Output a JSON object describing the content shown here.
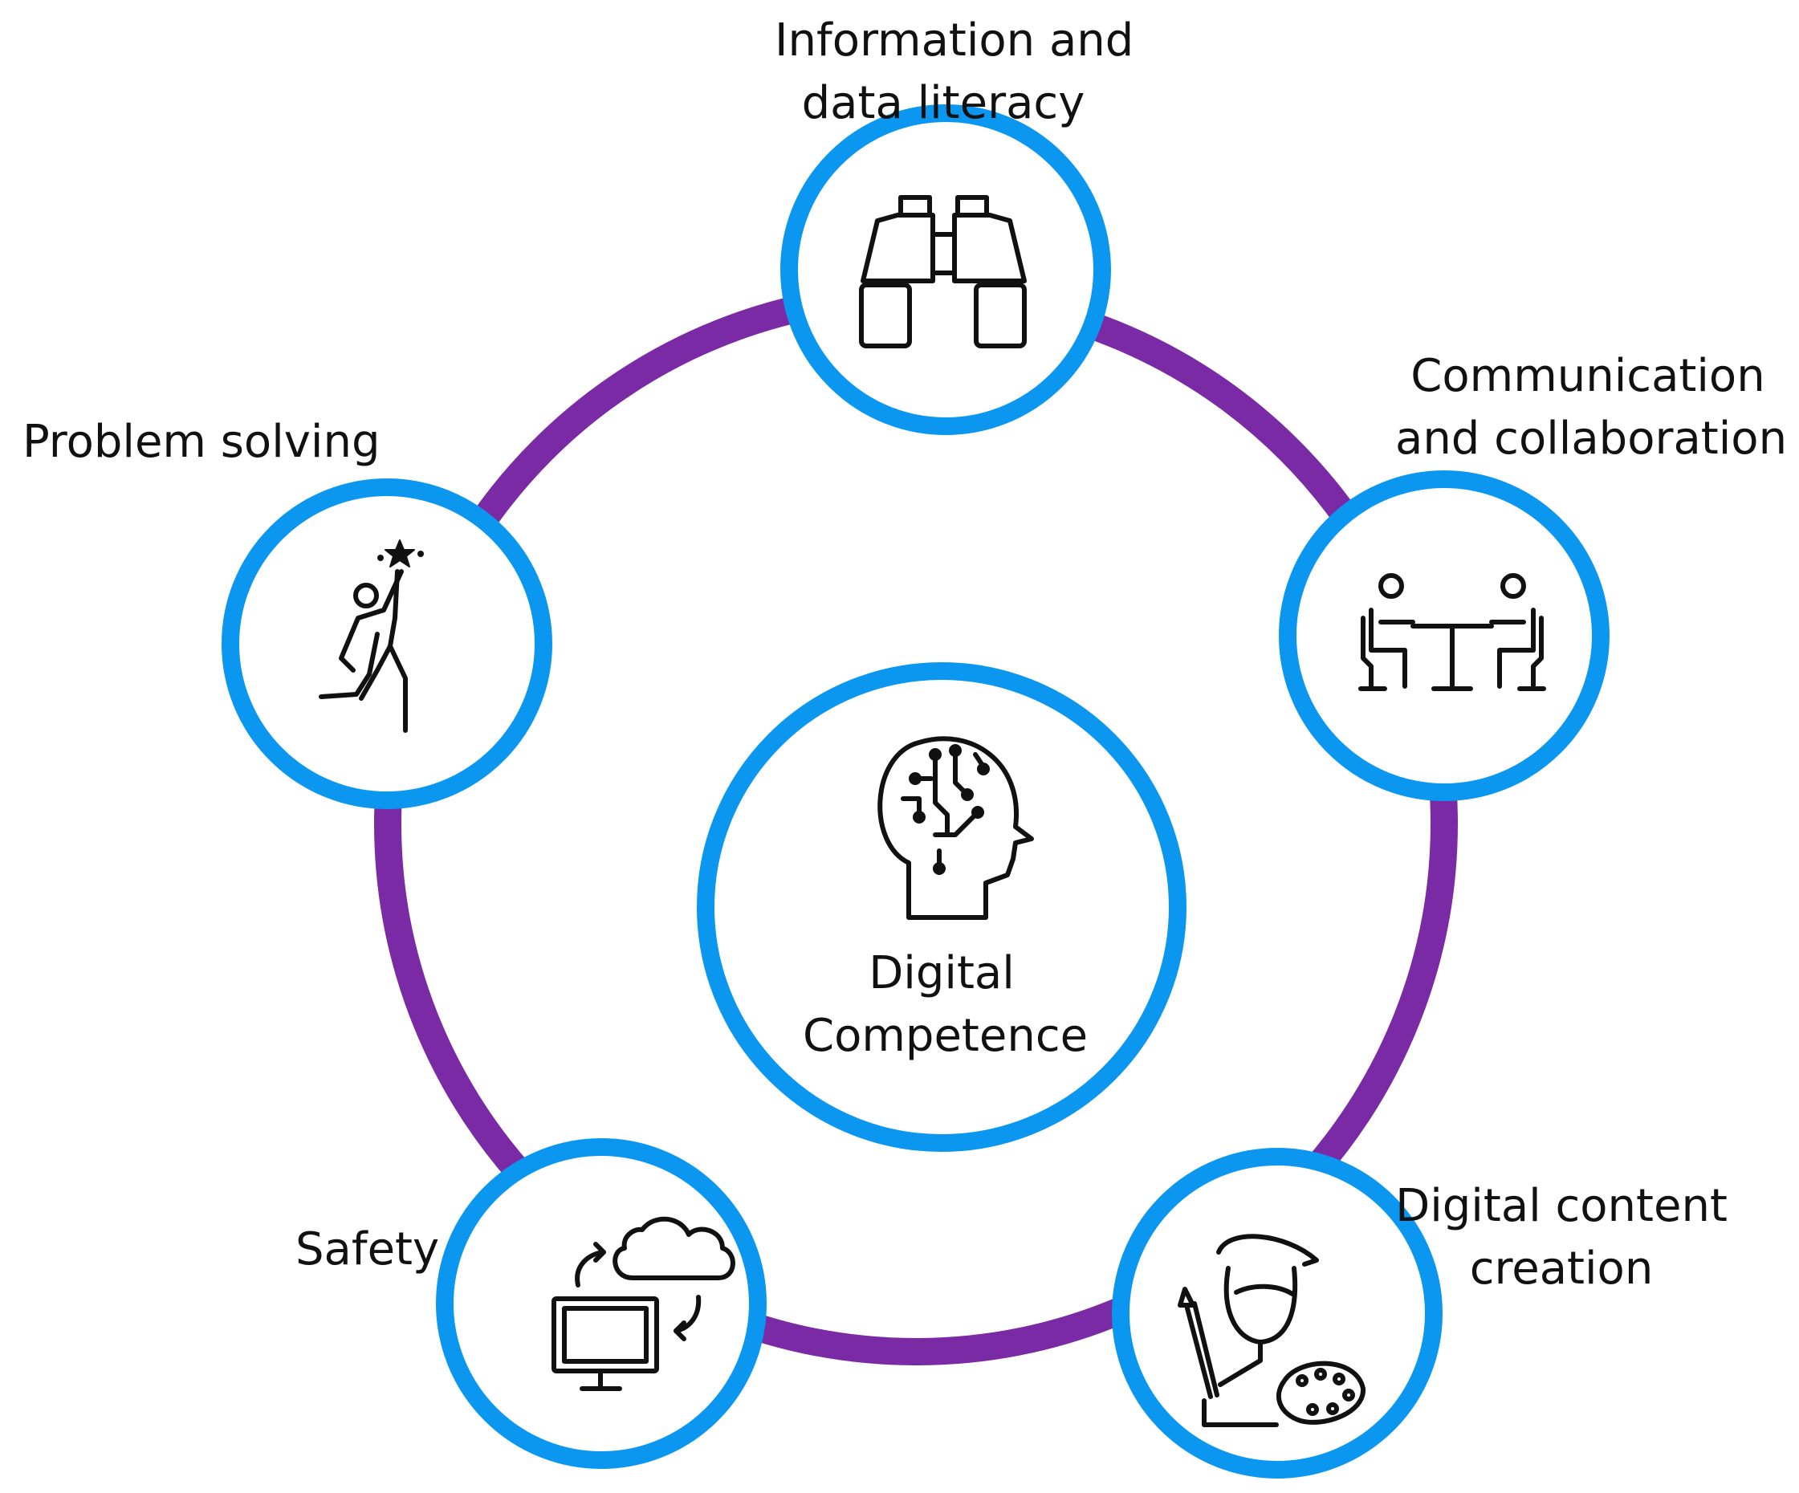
{
  "center": {
    "line1": "Digital",
    "line2": "Competence",
    "icon": "brain-circuit-icon"
  },
  "nodes": [
    {
      "id": "information",
      "line1": "Information and",
      "line2": "data literacy",
      "icon": "binoculars-icon"
    },
    {
      "id": "communication",
      "line1": "Communication",
      "line2": "and collaboration",
      "icon": "two-people-table-icon"
    },
    {
      "id": "content",
      "line1": "Digital content",
      "line2": "creation",
      "icon": "artist-palette-icon"
    },
    {
      "id": "safety",
      "line1": "Safety",
      "line2": "",
      "icon": "computer-cloud-sync-icon"
    },
    {
      "id": "problem",
      "line1": "Problem solving",
      "line2": "",
      "icon": "person-reaching-stars-icon"
    }
  ],
  "colors": {
    "ring": "#7B2AA5",
    "circle_stroke": "#0B97F0",
    "icon_stroke": "#111111"
  }
}
